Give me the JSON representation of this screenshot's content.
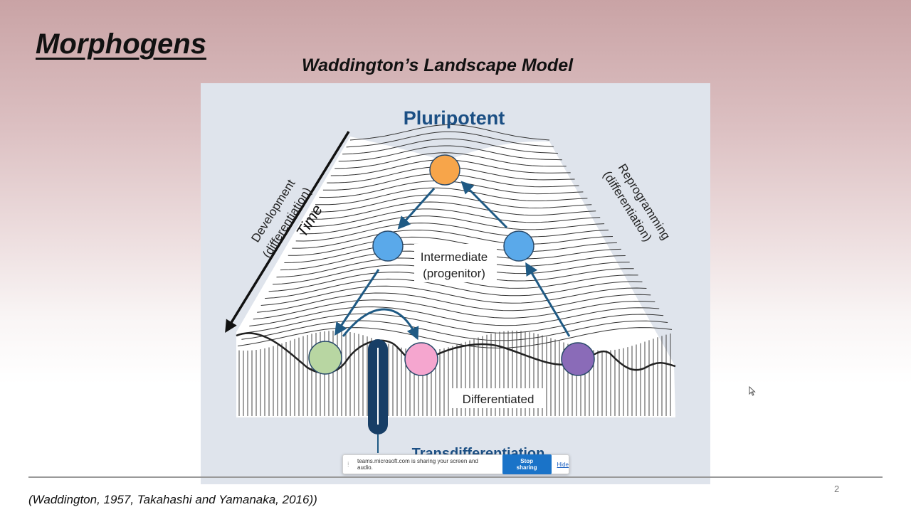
{
  "slide": {
    "title": "Morphogens",
    "subtitle": "Waddington’s Landscape Model",
    "citation": "(Waddington, 1957, Takahashi and Yamanaka, 2016))",
    "page_number": "2"
  },
  "figure": {
    "top_label": "Pluripotent",
    "intermediate_label_line1": "Intermediate",
    "intermediate_label_line2": "(progenitor)",
    "differentiated_label": "Differentiated",
    "transdiff_label": "Transdifferentiation",
    "development_label_line1": "Development",
    "development_label_line2": "(differentiation)",
    "time_label": "Time",
    "reprogramming_label_line1": "Reprogramming",
    "reprogramming_label_line2": "(differentiation)",
    "colors": {
      "pluripotent": "#f7a54a",
      "intermediate": "#5aa9ea",
      "differentiated_green": "#b8d6a2",
      "differentiated_pink": "#f5a6cf",
      "differentiated_purple": "#8a6bb8",
      "arrow": "#1f5a84",
      "title_blue": "#1b4f84"
    }
  },
  "share_bar": {
    "message": "teams.microsoft.com is sharing your screen and audio.",
    "stop_label": "Stop sharing",
    "hide_label": "Hide"
  }
}
